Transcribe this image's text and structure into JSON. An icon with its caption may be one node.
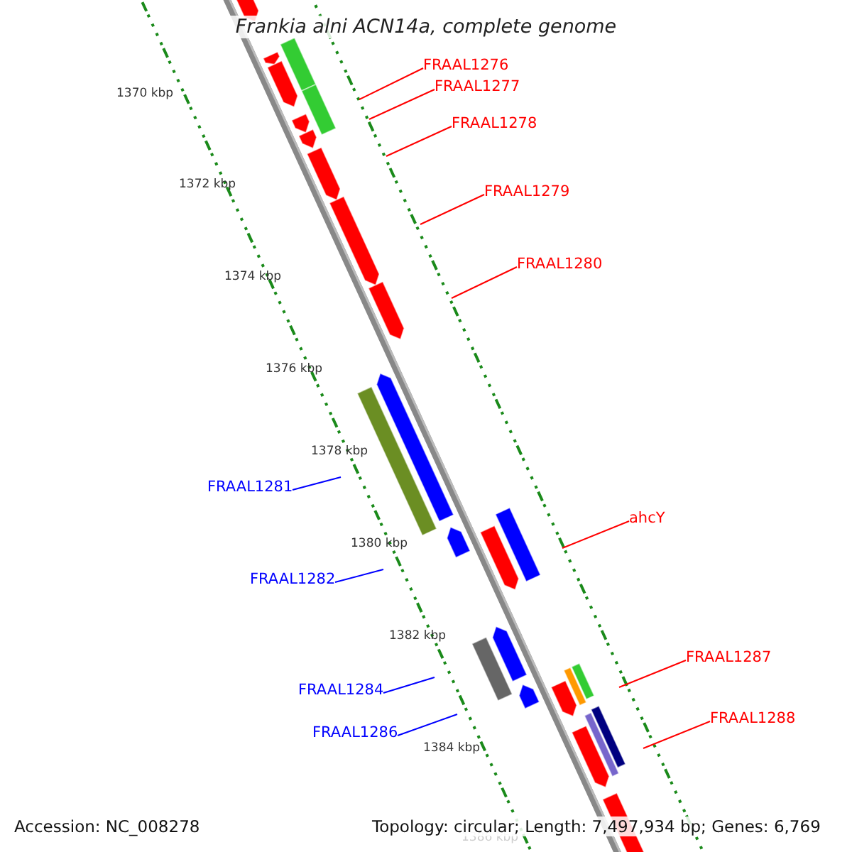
{
  "diagram": {
    "title": "Frankia alni ACN14a, complete genome",
    "nodes": [
      {
        "text": [
          "FRAAL1276"
        ]
      },
      {
        "text": [
          "FRAAL1277"
        ]
      },
      {
        "text": [
          "FRAAL1278"
        ]
      },
      {
        "text": [
          "FRAAL1279"
        ]
      },
      {
        "text": [
          "FRAAL1280"
        ]
      },
      {
        "text": [
          "FRAAL1281"
        ]
      },
      {
        "text": [
          "ahcY"
        ]
      },
      {
        "text": [
          "FRAAL1282"
        ]
      },
      {
        "text": [
          "FRAAL1287"
        ]
      },
      {
        "text": [
          "FRAAL1284"
        ]
      },
      {
        "text": [
          "FRAAL1288"
        ]
      },
      {
        "text": [
          "FRAAL1286"
        ]
      }
    ],
    "edges": [
      {
        "from": 0,
        "to": null,
        "arrow": "none"
      },
      {
        "from": 1,
        "to": null,
        "arrow": "none"
      },
      {
        "from": 2,
        "to": null,
        "arrow": "none"
      },
      {
        "from": 3,
        "to": null,
        "arrow": "none"
      },
      {
        "from": 4,
        "to": null,
        "arrow": "none"
      },
      {
        "from": 5,
        "to": null,
        "arrow": "none",
        "color": "#0000ff"
      },
      {
        "from": 6,
        "to": null,
        "arrow": "none"
      },
      {
        "from": 7,
        "to": null,
        "arrow": "none",
        "color": "#0000ff"
      },
      {
        "from": 8,
        "to": null,
        "arrow": "none"
      },
      {
        "from": 9,
        "to": null,
        "arrow": "none",
        "color": "#0000ff"
      },
      {
        "from": 10,
        "to": null,
        "arrow": "none"
      },
      {
        "from": 11,
        "to": null,
        "arrow": "none",
        "color": "#0000ff"
      }
    ],
    "labels": [
      "1370 kbp",
      "1372 kbp",
      "1374 kbp",
      "1376 kbp",
      "1378 kbp",
      "1380 kbp",
      "1382 kbp",
      "1384 kbp",
      "1386 kbp",
      "Accession: NC_008278",
      "Topology: circular; Length: 7,497,934 bp; Genes: 6,769"
    ]
  }
}
